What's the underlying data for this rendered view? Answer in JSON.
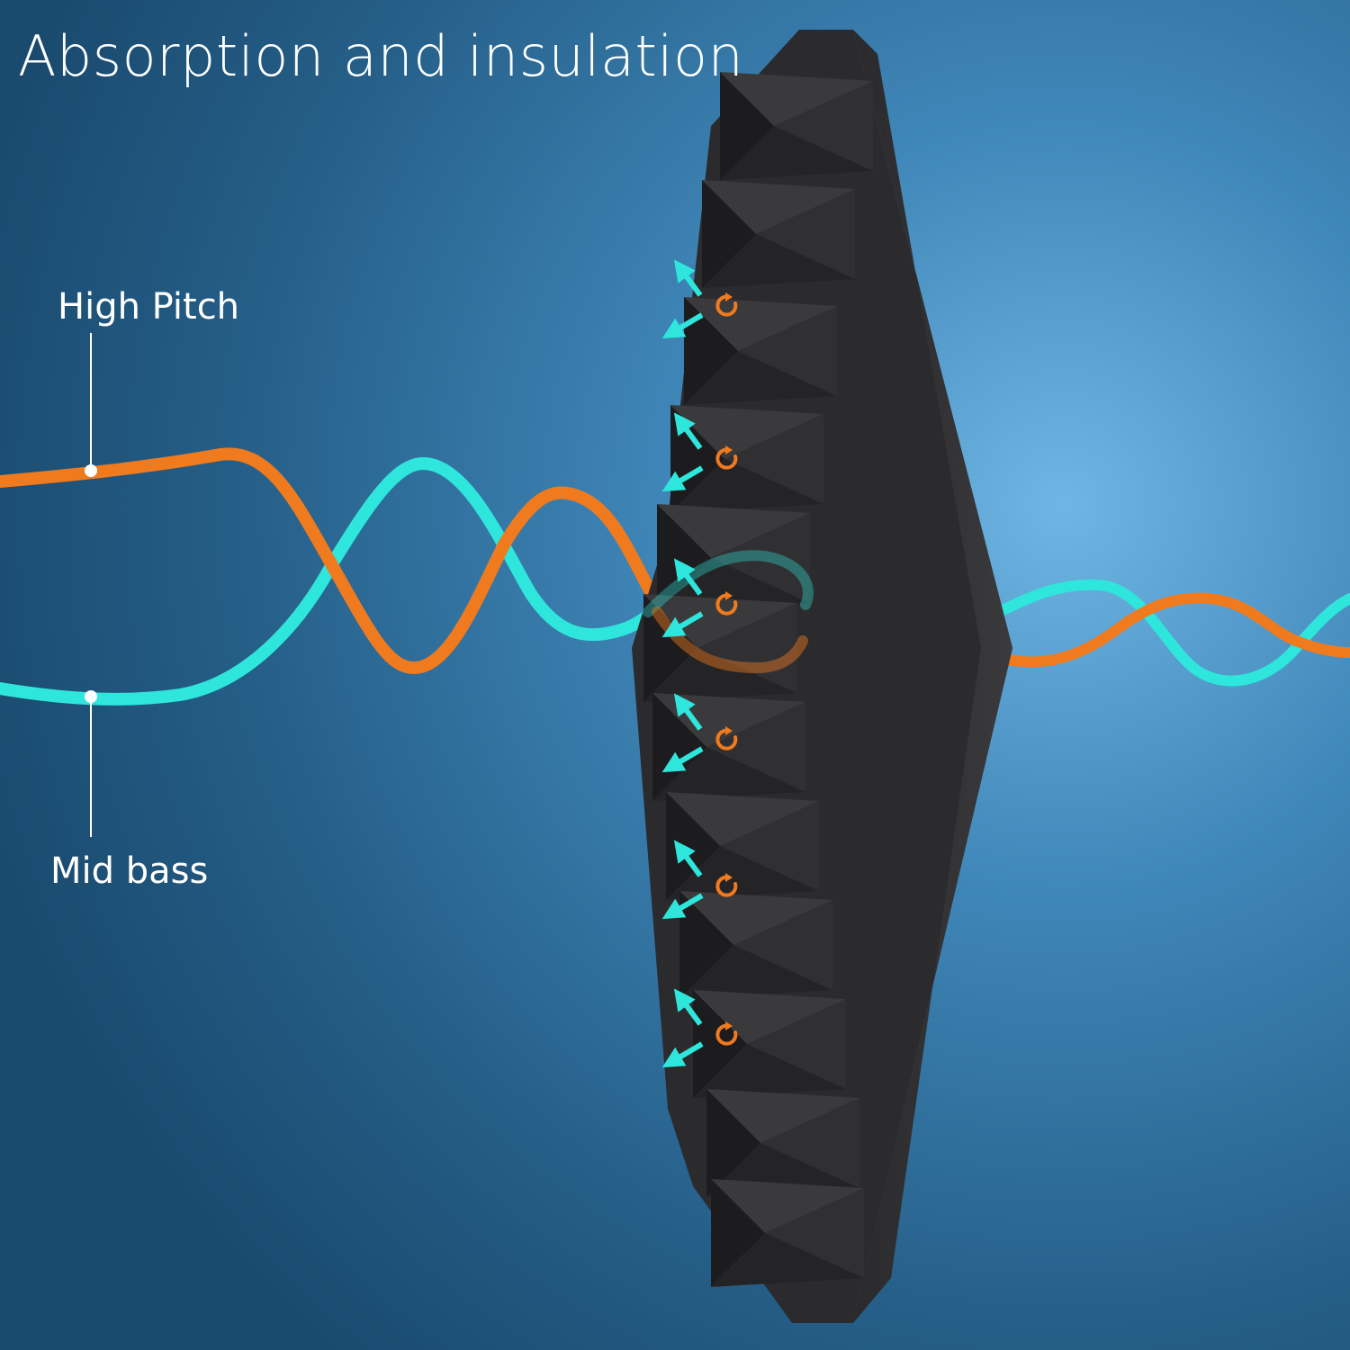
{
  "title": "Absorption and insulation",
  "labels": {
    "high_pitch": "High Pitch",
    "mid_bass": "Mid bass"
  },
  "colors": {
    "background_dark": "#1a4a6e",
    "background_light": "#6fb6e4",
    "high_pitch_wave": "#f07a1e",
    "mid_bass_wave": "#2ee6dc",
    "foam": "#2b2b2d",
    "reflection_arrow": "#2ee6dc",
    "absorption_swirl": "#f07a1e",
    "label_text": "#ffffff"
  },
  "icons": {
    "reflection": "arrow-icon",
    "absorption": "rotate-arrow-icon"
  }
}
